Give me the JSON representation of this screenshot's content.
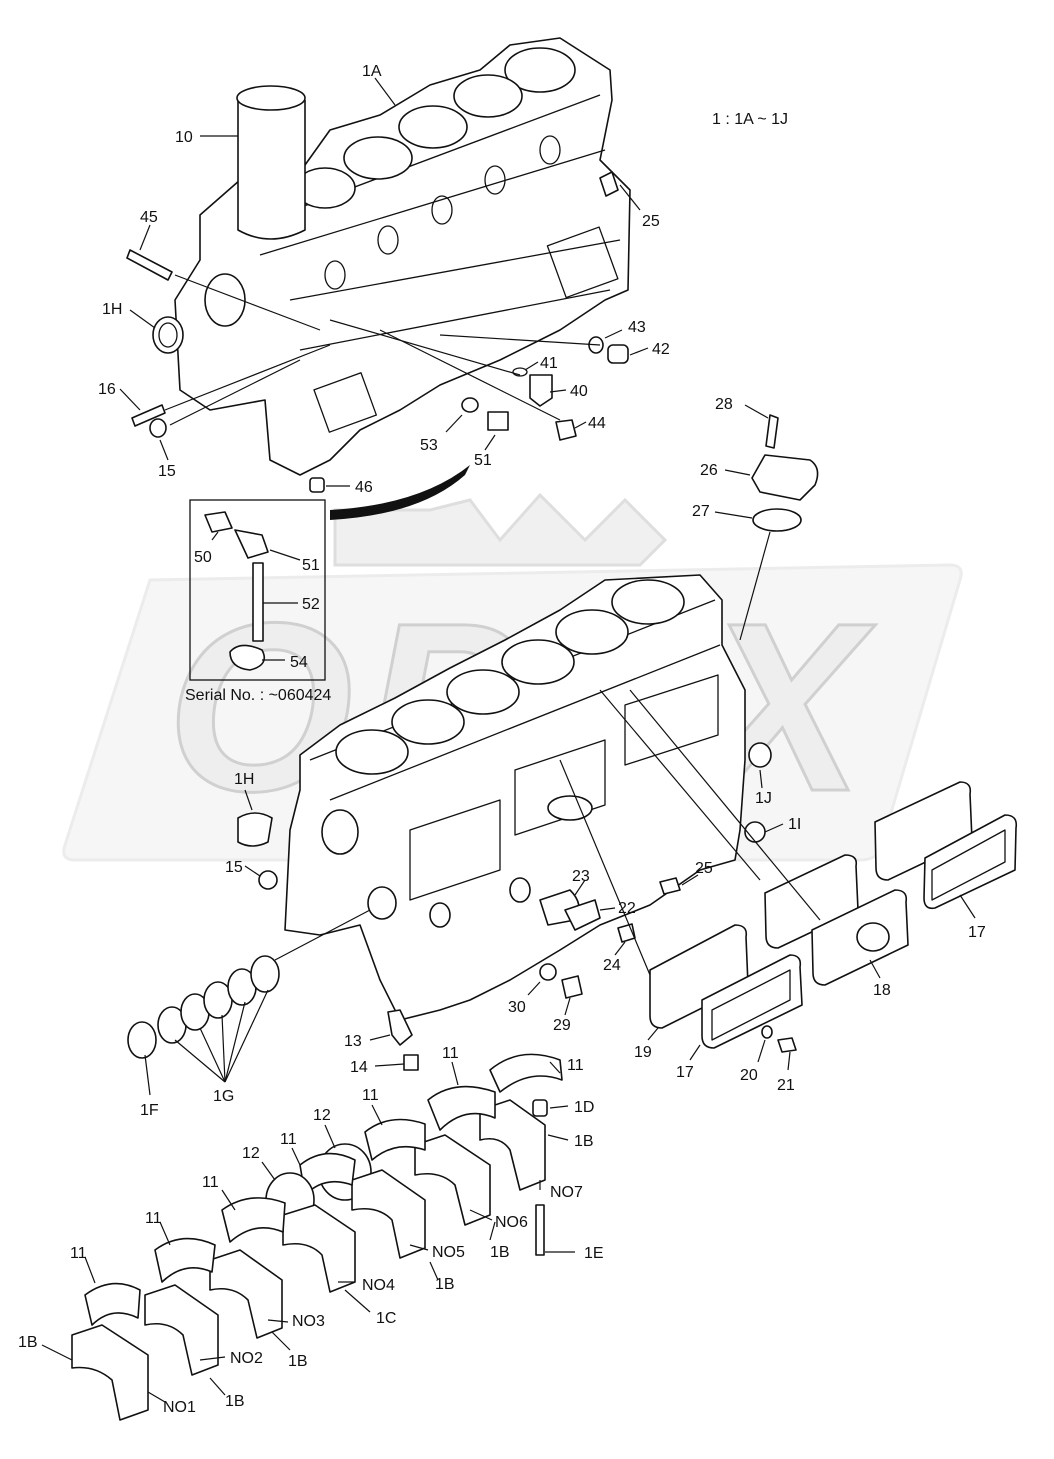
{
  "watermark": "OPEX",
  "assembly_note": "1  : 1A ~ 1J",
  "detail_box": {
    "serial_note": "Serial No. : ~060424"
  },
  "part_labels": {
    "p1A": "1A",
    "p10": "10",
    "p45": "45",
    "p1H_top": "1H",
    "p16": "16",
    "p15_top": "15",
    "p25_top": "25",
    "p43": "43",
    "p42": "42",
    "p41": "41",
    "p40": "40",
    "p44": "44",
    "p53": "53",
    "p51_top": "51",
    "p46": "46",
    "p50": "50",
    "p51_box": "51",
    "p52": "52",
    "p54": "54",
    "p28": "28",
    "p26": "26",
    "p27": "27",
    "p1J": "1J",
    "p1I": "1I",
    "p1H_mid": "1H",
    "p15_mid": "15",
    "p25_mid": "25",
    "p23": "23",
    "p22": "22",
    "p24": "24",
    "p30": "30",
    "p29": "29",
    "p17_right": "17",
    "p18": "18",
    "p19": "19",
    "p17_left": "17",
    "p20": "20",
    "p21": "21",
    "p13": "13",
    "p14": "14",
    "p1F": "1F",
    "p1G": "1G",
    "p11_a": "11",
    "p11_b": "11",
    "p1D": "1D",
    "p1B_a": "1B",
    "pNO7": "NO7",
    "p11_c": "11",
    "p12_a": "12",
    "pNO6": "NO6",
    "p1B_b": "1B",
    "p1E": "1E",
    "p11_d": "11",
    "p12_b": "12",
    "pNO5": "NO5",
    "p1B_c": "1B",
    "p11_e": "11",
    "pNO4": "NO4",
    "p1C": "1C",
    "p11_f": "11",
    "pNO3": "NO3",
    "p1B_d": "1B",
    "p11_g": "11",
    "pNO2": "NO2",
    "p1B_e": "1B",
    "pNO1": "NO1",
    "p1B_f": "1B"
  }
}
